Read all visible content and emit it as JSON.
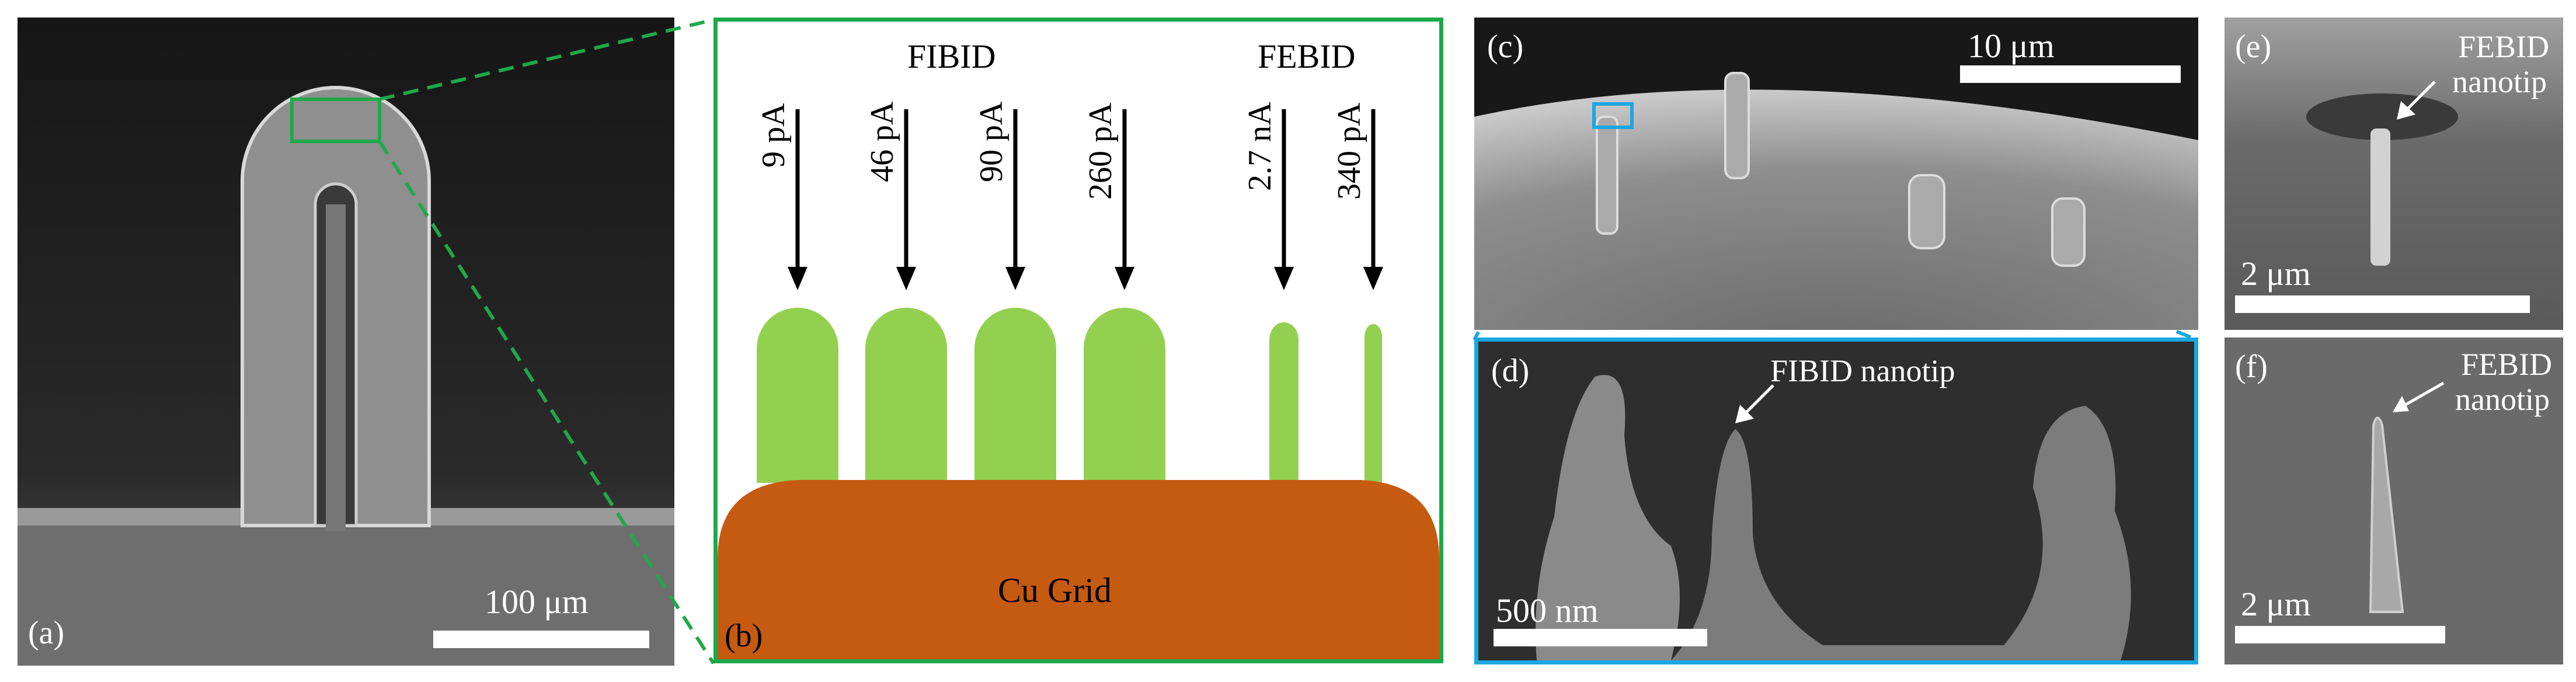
{
  "panels": {
    "a": {
      "label": "(a)",
      "scalebar": "100 μm"
    },
    "b": {
      "label": "(b)",
      "group_fibid": "FIBID",
      "group_febid": "FEBID",
      "currents": [
        "9 pA",
        "46 pA",
        "90 pA",
        "260 pA",
        "2.7 nA",
        "340 pA"
      ],
      "substrate": "Cu Grid",
      "colors": {
        "frame": "#1fa84b",
        "tip": "#94d050",
        "substrate": "#c55a11",
        "arrow": "#000000"
      }
    },
    "c": {
      "label": "(c)",
      "scalebar": "10 μm"
    },
    "d": {
      "label": "(d)",
      "scalebar": "500 nm",
      "annotation": "FIBID nanotip",
      "frame_color": "#1ba7e0"
    },
    "e": {
      "label": "(e)",
      "scalebar": "2 μm",
      "annotation_line1": "FEBID",
      "annotation_line2": "nanotip"
    },
    "f": {
      "label": "(f)",
      "scalebar": "2 μm",
      "annotation_line1": "FEBID",
      "annotation_line2": "nanotip"
    }
  }
}
